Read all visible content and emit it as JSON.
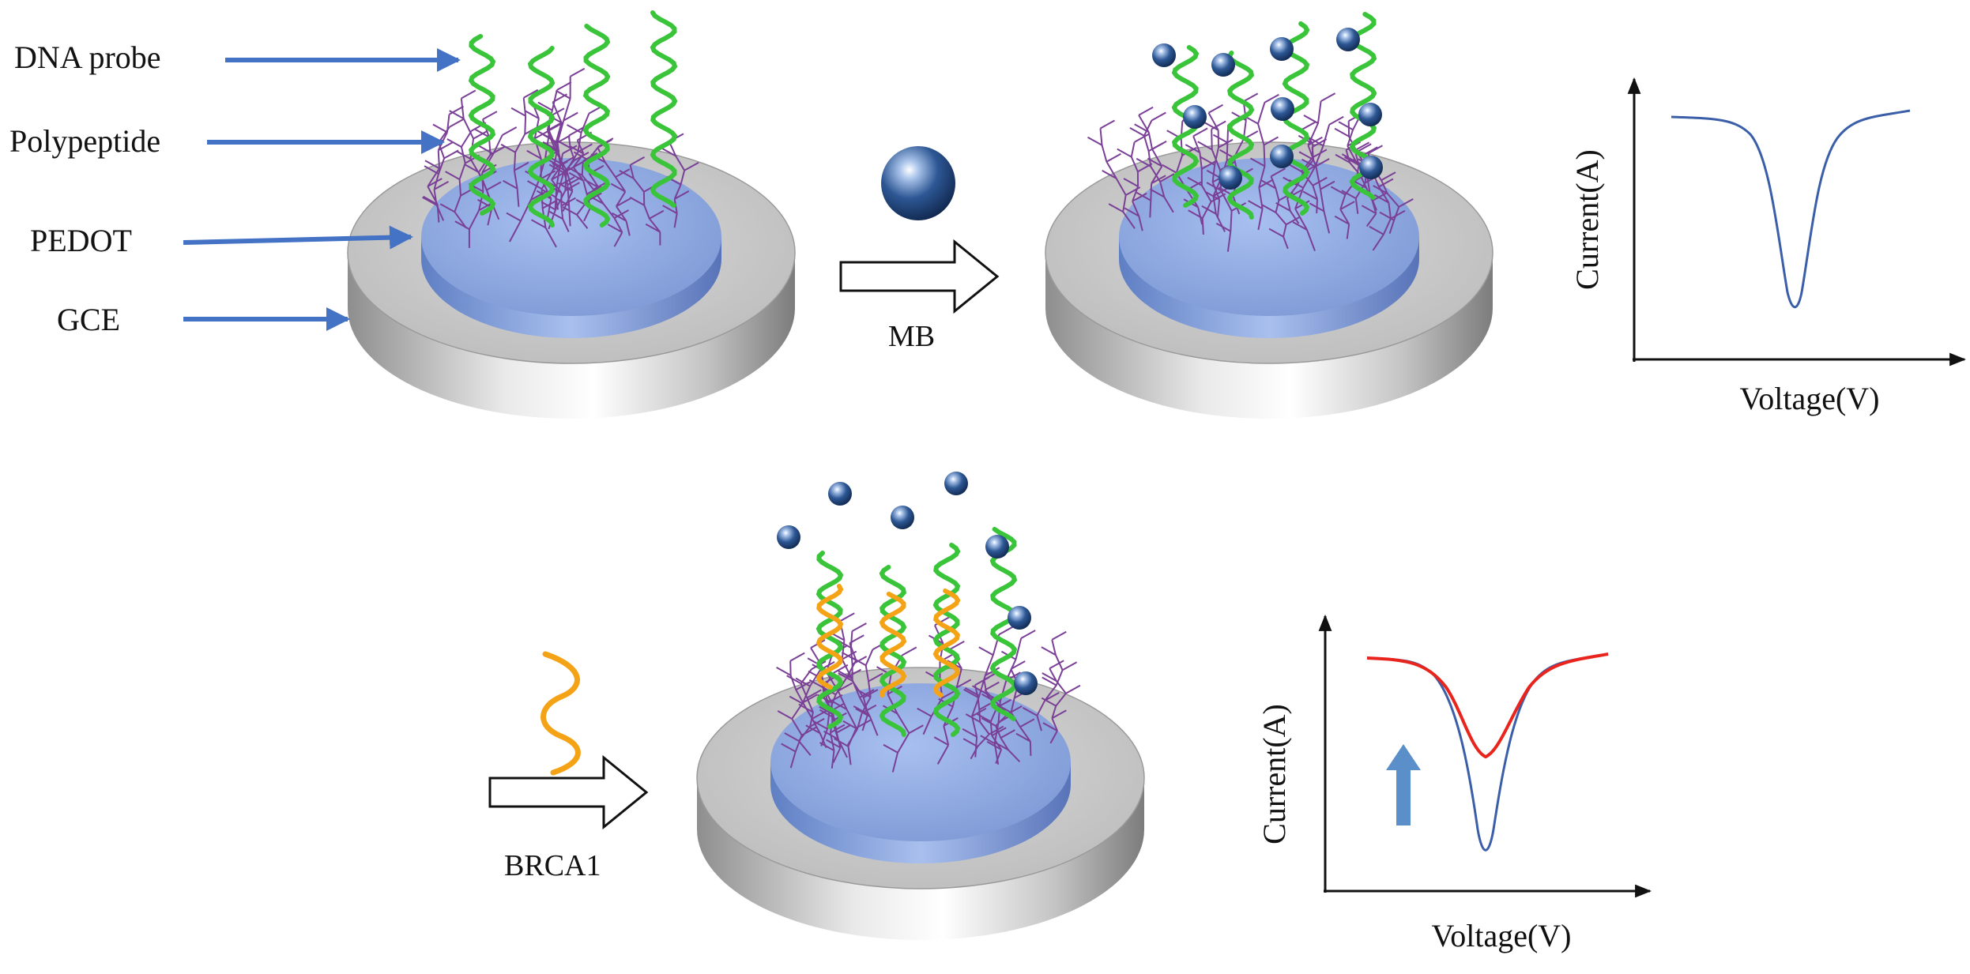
{
  "labels": {
    "dna_probe": "DNA probe",
    "polypeptide": "Polypeptide",
    "pedot": "PEDOT",
    "gce": "GCE",
    "mb": "MB",
    "brca1": "BRCA1"
  },
  "plot_top": {
    "ylabel": "Current(A)",
    "xlabel": "Voltage(V)"
  },
  "plot_bottom": {
    "ylabel": "Current(A)",
    "xlabel": "Voltage(V)"
  },
  "colors": {
    "pointer_arrow": "#4472C4",
    "dna_probe": "#39C43A",
    "target_dna": "#F5A316",
    "polypeptide": "#7A3F96",
    "pedot": "#8EAADF",
    "gce": "#C9C9C9",
    "mb_bead": "#2C4F8A",
    "curve_before": "#3B5EA8",
    "curve_after": "#E8241C",
    "increase_arrow": "#5B8FC9"
  },
  "icons": {
    "mb_bead": "sphere-icon",
    "increase": "up-arrow-icon",
    "step": "hollow-right-arrow-icon"
  }
}
